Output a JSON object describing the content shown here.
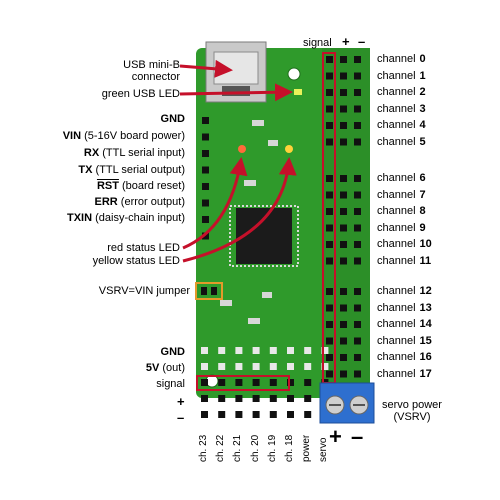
{
  "labels": {
    "usb_connector_line1": "USB mini-B",
    "usb_connector_line2": "connector",
    "green_led": "green USB LED",
    "gnd_top": "GND",
    "vin": "VIN",
    "vin_desc": "(5-16V board power)",
    "rx": "RX",
    "rx_desc": "(TTL serial input)",
    "tx": "TX",
    "tx_desc": "(TTL serial output)",
    "rst": "RST",
    "rst_desc": "(board reset)",
    "err": "ERR",
    "err_desc": "(error output)",
    "txin": "TXIN",
    "txin_desc": "(daisy-chain input)",
    "red_led": "red status LED",
    "yellow_led": "yellow status LED",
    "vsrv_jumper": "VSRV=VIN jumper",
    "gnd_bottom": "GND",
    "five_v": "5V",
    "five_v_desc": "(out)",
    "signal_bottom": "signal",
    "plus": "+",
    "minus": "–",
    "signal_top": "signal",
    "top_plus": "+",
    "top_minus": "–",
    "servo_power_line1": "servo power",
    "servo_power_line2": "(VSRV)",
    "terminal_plus": "+",
    "terminal_minus": "–"
  },
  "channels": [
    {
      "label": "channel",
      "num": "0"
    },
    {
      "label": "channel",
      "num": "1"
    },
    {
      "label": "channel",
      "num": "2"
    },
    {
      "label": "channel",
      "num": "3"
    },
    {
      "label": "channel",
      "num": "4"
    },
    {
      "label": "channel",
      "num": "5"
    },
    {
      "label": "channel",
      "num": "6"
    },
    {
      "label": "channel",
      "num": "7"
    },
    {
      "label": "channel",
      "num": "8"
    },
    {
      "label": "channel",
      "num": "9"
    },
    {
      "label": "channel",
      "num": "10"
    },
    {
      "label": "channel",
      "num": "11"
    },
    {
      "label": "channel",
      "num": "12"
    },
    {
      "label": "channel",
      "num": "13"
    },
    {
      "label": "channel",
      "num": "14"
    },
    {
      "label": "channel",
      "num": "15"
    },
    {
      "label": "channel",
      "num": "16"
    },
    {
      "label": "channel",
      "num": "17"
    }
  ],
  "bottom_columns": [
    "ch. 23",
    "ch. 22",
    "ch. 21",
    "ch. 20",
    "ch. 19",
    "ch. 18",
    "power",
    "servo"
  ],
  "colors": {
    "pcb": "#2f9a2b",
    "pcb_dark": "#1f6e1c",
    "arrow": "#c5102a",
    "jumper_box": "#e49a2a",
    "terminal": "#2e6fcf"
  }
}
